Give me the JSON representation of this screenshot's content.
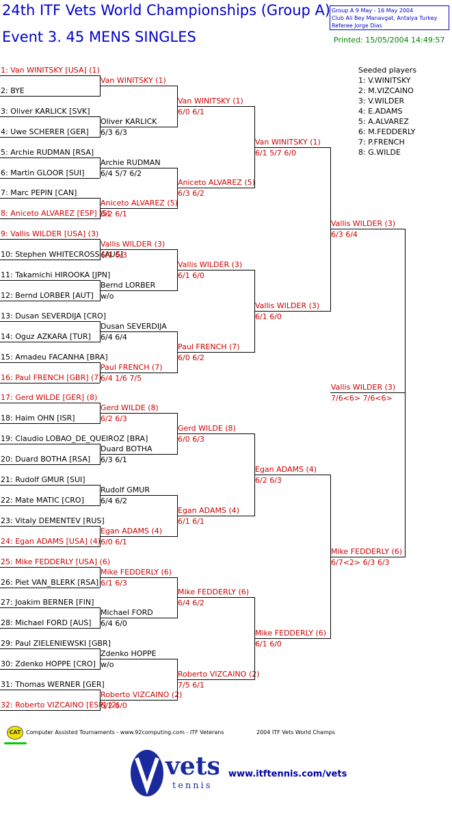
{
  "header": {
    "title": "24th ITF Vets World Championships (Group A)",
    "event": "Event 3. 45 MENS SINGLES",
    "info_line1": "Group A   9 May - 16 May 2004",
    "info_line2": "Club Ali Bey Manavgat, Antalya   Turkey",
    "info_line3": "Referee Jorge Dias",
    "printed": "Printed: 15/05/2004 14:49:57"
  },
  "seeds": {
    "title": "Seeded players",
    "list": [
      "1: V.WINITSKY",
      "2: M.VIZCAINO",
      "3: V.WILDER",
      "4: E.ADAMS",
      "5: A.ALVAREZ",
      "6: M.FEDDERLY",
      "7: P.FRENCH",
      "8: G.WILDE"
    ]
  },
  "draw": [
    "1: Van WINITSKY [USA] (1)",
    "2: BYE",
    "3: Oliver KARLICK [SVK]",
    "4: Uwe SCHERER [GER]",
    "5: Archie RUDMAN [RSA]",
    "6: Martin GLOOR [SUI]",
    "7: Marc PEPIN [CAN]",
    "8: Aniceto ALVAREZ [ESP] (5)",
    "9: Vallis WILDER [USA] (3)",
    "10: Stephen WHITECROSS [AUS]",
    "11: Takamichi HIROOKA [JPN]",
    "12: Bernd LORBER [AUT]",
    "13: Dusan SEVERDIJA [CRO]",
    "14: Oguz AZKARA [TUR]",
    "15: Amadeu FACANHA [BRA]",
    "16: Paul FRENCH [GBR] (7)",
    "17: Gerd WILDE [GER] (8)",
    "18: Haim OHN [ISR]",
    "19: Claudio LOBAO_DE_QUEIROZ [BRA]",
    "20: Duard BOTHA [RSA]",
    "21: Rudolf GMUR [SUI]",
    "22: Mate MATIC [CRO]",
    "23: Vitaly DEMENTEV [RUS]",
    "24: Egan ADAMS [USA] (4)",
    "25: Mike FEDDERLY [USA] (6)",
    "26: Piet VAN_BLERK [RSA]",
    "27: Joakim BERNER [FIN]",
    "28: Michael FORD [AUS]",
    "29: Paul ZIELENIEWSKI [GBR]",
    "30: Zdenko HOPPE [CRO]",
    "31: Thomas WERNER [GER]",
    "32: Roberto VIZCAINO [ESP] (2)"
  ],
  "round1": [
    {
      "name": "Van WINITSKY (1)",
      "score": ""
    },
    {
      "name": "Oliver KARLICK",
      "score": "6/3 6/3"
    },
    {
      "name": "Archie RUDMAN",
      "score": "6/4 5/7 6/2"
    },
    {
      "name": "Aniceto ALVAREZ (5)",
      "score": "6/2 6/1"
    },
    {
      "name": "Vallis WILDER (3)",
      "score": "6/1 6/3"
    },
    {
      "name": "Bernd LORBER",
      "score": "w/o"
    },
    {
      "name": "Dusan SEVERDIJA",
      "score": "6/4 6/4"
    },
    {
      "name": "Paul FRENCH (7)",
      "score": "6/4 1/6 7/5"
    },
    {
      "name": "Gerd WILDE (8)",
      "score": "6/2 6/3"
    },
    {
      "name": "Duard BOTHA",
      "score": "6/3 6/1"
    },
    {
      "name": "Rudolf GMUR",
      "score": "6/4 6/2"
    },
    {
      "name": "Egan ADAMS (4)",
      "score": "6/0 6/1"
    },
    {
      "name": "Mike FEDDERLY (6)",
      "score": "6/1 6/3"
    },
    {
      "name": "Michael FORD",
      "score": "6/4 6/0"
    },
    {
      "name": "Zdenko HOPPE",
      "score": "w/o"
    },
    {
      "name": "Roberto VIZCAINO (2)",
      "score": "6/2 6/0"
    }
  ],
  "round2": [
    {
      "name": "Van WINITSKY (1)",
      "score": "6/0 6/1"
    },
    {
      "name": "Aniceto ALVAREZ (5)",
      "score": "6/3 6/2"
    },
    {
      "name": "Vallis WILDER (3)",
      "score": "6/1 6/0"
    },
    {
      "name": "Paul FRENCH (7)",
      "score": "6/0 6/2"
    },
    {
      "name": "Gerd WILDE (8)",
      "score": "6/0 6/3"
    },
    {
      "name": "Egan ADAMS (4)",
      "score": "6/1 6/1"
    },
    {
      "name": "Mike FEDDERLY (6)",
      "score": "6/4 6/2"
    },
    {
      "name": "Roberto VIZCAINO (2)",
      "score": "7/5 6/1"
    }
  ],
  "round3": [
    {
      "name": "Van WINITSKY (1)",
      "score": "6/1 5/7 6/0"
    },
    {
      "name": "Vallis WILDER (3)",
      "score": "6/1 6/0"
    },
    {
      "name": "Egan ADAMS (4)",
      "score": "6/2 6/3"
    },
    {
      "name": "Mike FEDDERLY (6)",
      "score": "6/1 6/0"
    }
  ],
  "round4": [
    {
      "name": "Vallis WILDER (3)",
      "score": "6/3 6/4"
    },
    {
      "name": "Mike FEDDERLY (6)",
      "score": "6/7<2> 6/3 6/3"
    }
  ],
  "final": {
    "name": "Vallis WILDER (3)",
    "score": "7/6<6> 7/6<6>"
  },
  "footer": {
    "cat_logo": "CAT",
    "left_text": "Computer Assisted Tournaments - www.92computing.com -   ITF Veterans",
    "right_text": "2004 ITF Vets World Champs",
    "logo_word": "vets",
    "logo_sub": "tennis",
    "website": "www.itftennis.com/vets"
  },
  "colors": {
    "title": "#0000cc",
    "seeded": "#cc0000",
    "printed": "#008000"
  }
}
